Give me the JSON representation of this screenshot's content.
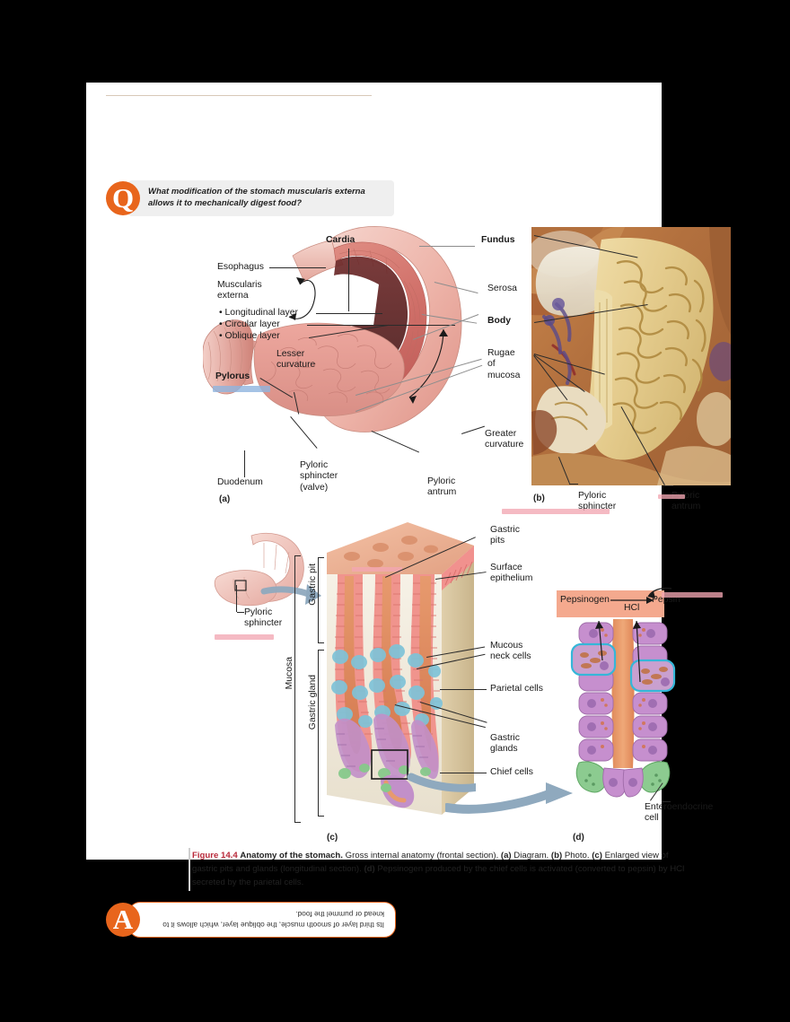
{
  "page": {
    "background_outside": "#000000",
    "paper": "#ffffff"
  },
  "question_box": {
    "badge": "Q",
    "text": "What modification of the stomach muscularis\nexterna allows it to mechanically digest food?"
  },
  "answer_box": {
    "badge": "A",
    "text": "Its third layer of smooth muscle, the oblique layer,\nwhich allows it to knead or pummel the food.",
    "rotated": "180deg"
  },
  "figure": {
    "number": "Figure 14.4",
    "title": "Anatomy of the stomach.",
    "caption_line1_rest": " Gross internal anatomy (frontal section). ",
    "a_tag": "(a)",
    "a_desc": " Diagram.",
    "b_tag": "(b)",
    "b_desc": " Photo. ",
    "c_tag": "(c)",
    "c_desc": " Enlarged view of gastric pits and glands (longitudinal section). ",
    "d_tag": "(d)",
    "d_desc": " Pepsinogen produced by the chief cells is activated (converted to pepsin) by HCl secreted by the parietal cells."
  },
  "panel_a": {
    "id": "(a)",
    "labels": {
      "cardia": "Cardia",
      "fundus": "Fundus",
      "esophagus": "Esophagus",
      "muscularis_externa": "Muscularis\nexterna",
      "longitudinal": "• Longitudinal layer",
      "circular": "• Circular layer",
      "oblique": "• Oblique layer",
      "serosa": "Serosa",
      "body": "Body",
      "lesser_curvature": "Lesser\ncurvature",
      "rugae": "Rugae\nof\nmucosa",
      "pylorus": "Pylorus",
      "greater_curvature": "Greater\ncurvature",
      "duodenum": "Duodenum",
      "pyloric_sphincter": "Pyloric\nsphincter\n(valve)",
      "pyloric_antrum": "Pyloric\nantrum"
    }
  },
  "panel_b": {
    "id": "(b)",
    "labels": {
      "pyloric_sphincter": "Pyloric\nsphincter",
      "pyloric_antrum": "Pyloric\nantrum"
    }
  },
  "panel_c": {
    "id": "(c)",
    "labels": {
      "pyloric_sphincter": "Pyloric\nsphincter",
      "gastric_pit": "Gastric pit",
      "gastric_gland": "Gastric gland",
      "mucosa": "Mucosa",
      "gastric_pits": "Gastric\npits",
      "surface_epithelium": "Surface\nepithelium",
      "mucous_neck_cells": "Mucous\nneck cells",
      "parietal_cells": "Parietal cells",
      "gastric_glands": "Gastric\nglands",
      "chief_cells": "Chief cells"
    }
  },
  "panel_d": {
    "id": "(d)",
    "labels": {
      "pepsinogen": "Pepsinogen",
      "hcl": "HCl",
      "pepsin": "Pepsin",
      "enteroendocrine": "Enteroendocrine\ncell"
    }
  },
  "colors": {
    "accent_orange": "#E8651C",
    "fig_number_red": "#B8293A",
    "highlighter_pink": "#F2A6B2",
    "highlighter_blue": "#8FB4DE",
    "pepsin_box": "#F4A98E",
    "stomach_pink": "#E59A96",
    "photo_tan": "#E3C48C"
  }
}
